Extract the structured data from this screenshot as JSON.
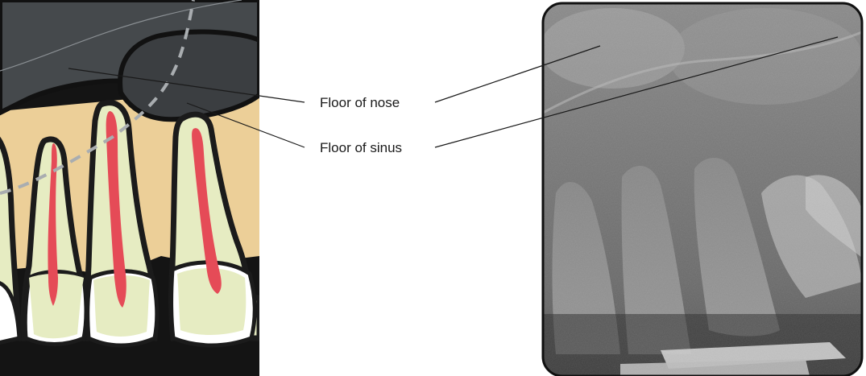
{
  "labels": {
    "floor_of_nose": "Floor of nose",
    "floor_of_sinus": "Floor of sinus"
  },
  "colors": {
    "bone": "#eccf98",
    "nasal_cavity": "#45494c",
    "sinus": "#3b3e41",
    "tooth_outline": "#1b1b1b",
    "enamel": "#ffffff",
    "dentin": "#e6ecc2",
    "pulp": "#e54b57",
    "background_dark": "#141414",
    "leader_line": "#1a1a1a",
    "dashed_line": "#a9adb0",
    "xray_bg": "#101010"
  },
  "icons": [
    "schematic-illustration",
    "radiograph"
  ]
}
